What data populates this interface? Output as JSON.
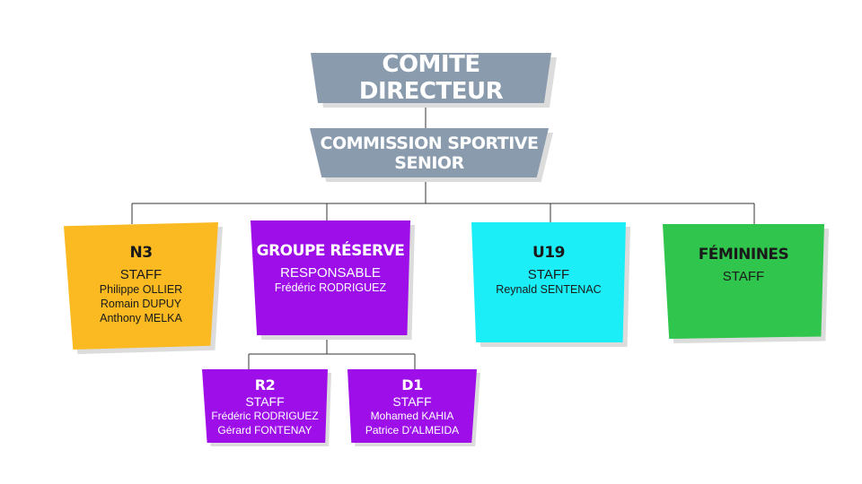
{
  "top": {
    "comite": "COMITÉ DIRECTEUR",
    "commission_line1": "COMMISSION SPORTIVE",
    "commission_line2": "SENIOR"
  },
  "teams": {
    "n3": {
      "name": "N3",
      "role": "STAFF",
      "members": [
        "Philippe OLLIER",
        "Romain DUPUY",
        "Anthony MELKA"
      ],
      "color": "#fbba22"
    },
    "reserve": {
      "name": "GROUPE RÉSERVE",
      "role": "RESPONSABLE",
      "members": [
        "Frédéric RODRIGUEZ"
      ],
      "color": "#9d0ee9"
    },
    "u19": {
      "name": "U19",
      "role": "STAFF",
      "members": [
        "Reynald SENTENAC"
      ],
      "color": "#1ceef7"
    },
    "feminines": {
      "name": "FÉMININES",
      "role": "STAFF",
      "members": [],
      "color": "#30c64d"
    },
    "r2": {
      "name": "R2",
      "role": "STAFF",
      "members": [
        "Frédéric RODRIGUEZ",
        "Gérard FONTENAY"
      ],
      "color": "#9d0ee9"
    },
    "d1": {
      "name": "D1",
      "role": "STAFF",
      "members": [
        "Mohamed KAHIA",
        "Patrice D'ALMEIDA"
      ],
      "color": "#9d0ee9"
    }
  },
  "colors": {
    "header_fill": "#8a9bad",
    "connector": "#333333"
  }
}
